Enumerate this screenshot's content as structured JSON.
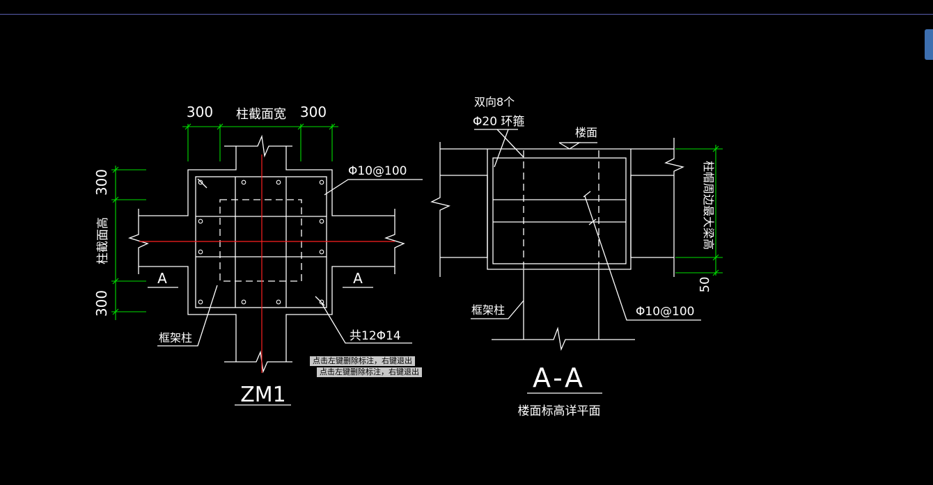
{
  "colors": {
    "background": "#000000",
    "geometry": "#ffffff",
    "dimension": "#00ff00",
    "centerline": "#ff0000",
    "tooltip_bg": "#c8c8c8"
  },
  "detail_zm1": {
    "dim_left": "300",
    "dim_width_label": "柱截面宽",
    "dim_right": "300",
    "dim_top": "300",
    "dim_height_label": "柱截面高",
    "dim_bottom": "300",
    "stirrup_label": "Φ10@100",
    "bars_label": "共12Φ14",
    "column_label": "框架柱",
    "section_mark": "A",
    "title": "ZM1"
  },
  "section_aa": {
    "ring_label_line1": "双向8个",
    "ring_label_line2": "Φ20 环箍",
    "floor_label": "楼面",
    "beam_dim_label": "柱帽周边最大梁高",
    "bottom_dim": "50",
    "column_label": "框架柱",
    "stirrup_label": "Φ10@100",
    "title": "A-A",
    "subtitle": "楼面标高详平面"
  },
  "tooltips": {
    "line1": "点击左键删除标注，右键退出",
    "line2": "点击左键删除标注，右键退出"
  }
}
